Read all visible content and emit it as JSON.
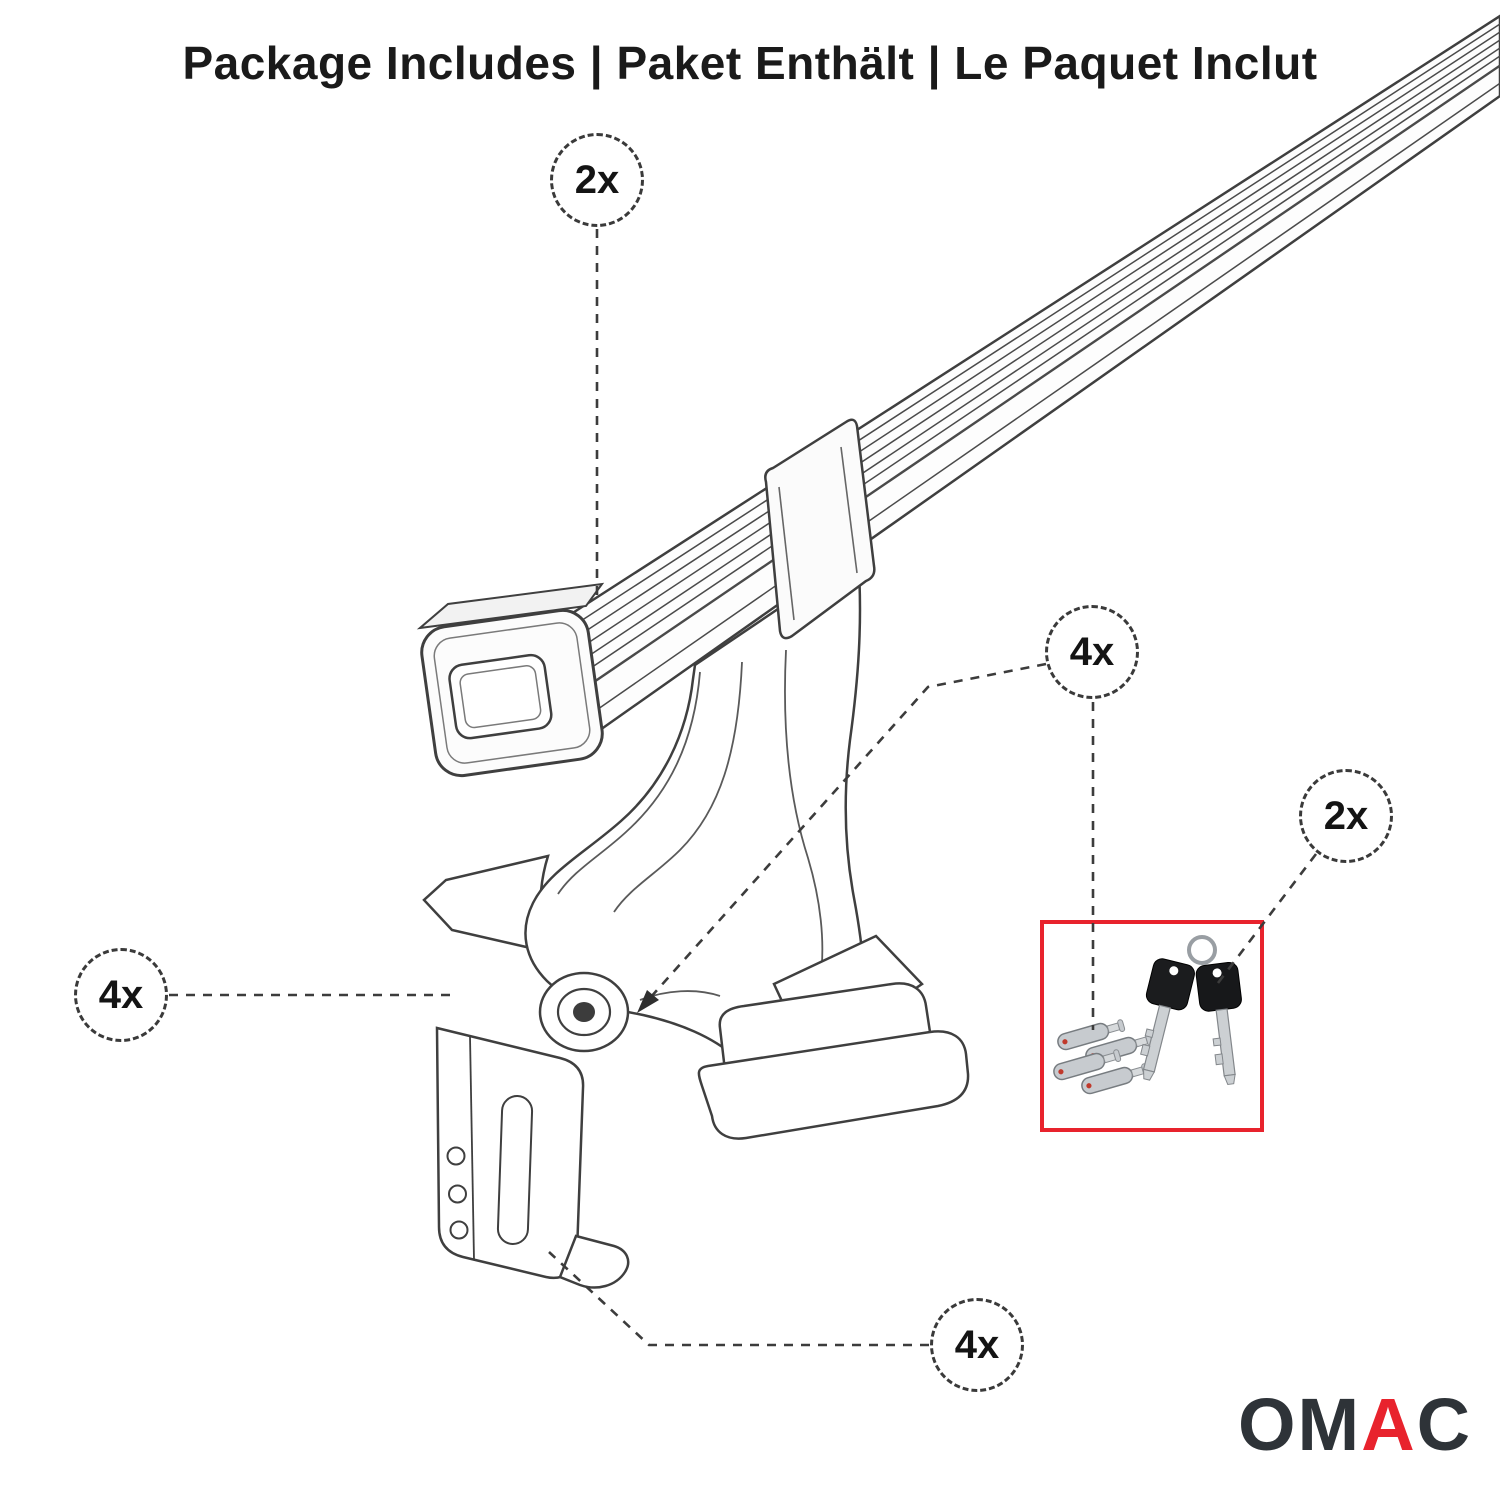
{
  "title": "Package Includes | Paket Enthält | Le Paquet Inclut",
  "callouts": {
    "crossbar": {
      "label": "2x"
    },
    "lock_cylinders": {
      "label": "4x"
    },
    "keys": {
      "label": "2x"
    },
    "foot": {
      "label": "4x"
    },
    "clamp": {
      "label": "4x"
    }
  },
  "parts_box": {
    "border_color": "#e8232d",
    "contents": [
      "lock-cylinders",
      "keys-with-ring"
    ]
  },
  "brand": {
    "name": "OMAC",
    "om": "OM",
    "a": "A",
    "c": "C"
  },
  "colors": {
    "line": "#3f3f3f",
    "accent_red": "#e8232d"
  }
}
